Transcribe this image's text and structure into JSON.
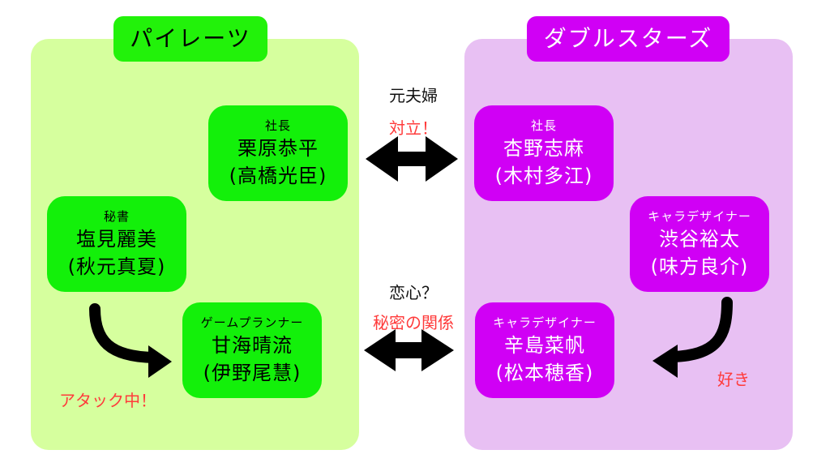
{
  "teams": {
    "left": {
      "name": "パイレーツ",
      "color": "#22f20a",
      "panel_color": "#d6ff9e"
    },
    "right": {
      "name": "ダブルスターズ",
      "color": "#d000f5",
      "panel_color": "#e8c0f3"
    }
  },
  "characters": {
    "kurihara": {
      "role": "社長",
      "name": "栗原恭平",
      "actor": "(高橋光臣)"
    },
    "shiomi": {
      "role": "秘書",
      "name": "塩見麗美",
      "actor": "(秋元真夏)"
    },
    "amami": {
      "role": "ゲームプランナー",
      "name": "甘海晴流",
      "actor": "(伊野尾慧)"
    },
    "anno": {
      "role": "社長",
      "name": "杏野志麻",
      "actor": "(木村多江)"
    },
    "shibuya": {
      "role": "キャラデザイナー",
      "name": "渋谷裕太",
      "actor": "(味方良介)"
    },
    "karashima": {
      "role": "キャラデザイナー",
      "name": "辛島菜帆",
      "actor": "(松本穂香)"
    }
  },
  "relations": {
    "presidents": {
      "label": "元夫婦",
      "note": "対立！"
    },
    "designers": {
      "label": "恋心？",
      "note": "秘密の関係"
    },
    "shiomi_to_amami": {
      "note": "アタック中！"
    },
    "shibuya_to_karashima": {
      "note": "好き"
    }
  },
  "colors": {
    "accent_red": "#ff3b3b",
    "arrow": "#000000"
  }
}
